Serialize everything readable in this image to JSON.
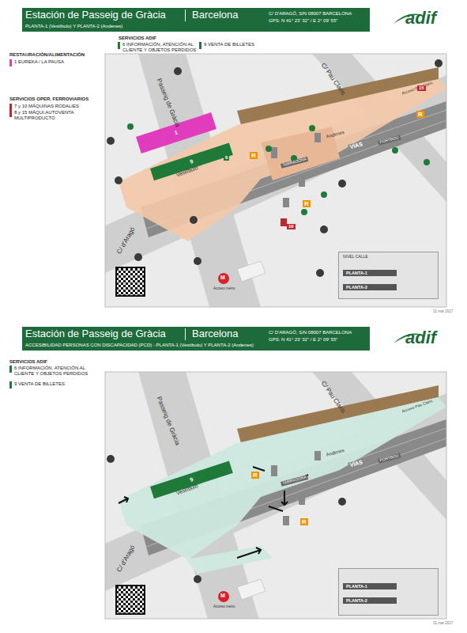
{
  "diagram": {
    "nodes": [
      {
        "text": [
          "Estación de Passeig de Gràcia",
          "Barcelona",
          "PLANTA-1 (Vestíbulo) Y PLANTA-2 (Andenes)",
          "C/ D'ARAGÓ, S/N    08007 BARCELONA",
          "GPS: N 41° 23' 32\" / E 2° 09' 55\""
        ]
      },
      {
        "text": [
          "1"
        ]
      },
      {
        "text": [
          "9"
        ]
      },
      {
        "text": [
          "NIVEL CALLE",
          "PLANTA-1",
          "PLANTA-2"
        ]
      },
      {
        "text": [
          "Estación de Passeig de Gràcia",
          "Barcelona",
          "ACCESIBILIDAD PERSONAS CON DISCAPACIDAD (PCD) - PLANTA-1 (Vestíbulo) Y PLANTA-2 (Andenes)",
          "C/ D'ARAGÓ, S/N    08007 BARCELONA",
          "GPS: N 41° 23' 32\" / E 2° 09' 55\""
        ]
      },
      {
        "text": [
          "9"
        ]
      },
      {
        "text": [
          "PLANTA-1",
          "PLANTA-2"
        ]
      }
    ],
    "labels": [
      "adif",
      "RESTAURACIÓN/ALIMENTACIÓN",
      "SERVICIOS OPER. FERROVIARIOS",
      "SERVICIOS ADIF",
      "Passeig de Gràcia",
      "C/ Pau Claris",
      "C/ d'Aragó",
      "Vestíbulo",
      "Andenes",
      "VÍAS",
      "TARRAGONA",
      "PORTBOU",
      "Acceso Pau Claris",
      "Acceso metro",
      "6",
      "10",
      "15",
      "R",
      "R",
      "R",
      "31 mar 2017",
      "adif",
      "SERVICIOS ADIF",
      "Passeig de Gràcia",
      "C/ Pau Claris",
      "C/ d'Aragó",
      "Vestíbulo",
      "Andenes",
      "VÍAS",
      "TARRAGONA",
      "PORTBOU",
      "Acceso Pau Claris",
      "R",
      "R",
      "Acceso metro",
      "31 mar 2017",
      "M",
      "M"
    ],
    "legend": [
      {
        "text": "1  EUREKA / LA PAUSA",
        "color": "#e03cbd"
      },
      {
        "text": "7 y 10  MÁQUINAS RODALIES",
        "color": "#c0282d"
      },
      {
        "text": "8 y 15  MÁQUI.AUTOVENTA MULTIPRODUCTO",
        "color": "#c0282d"
      },
      {
        "text": "6  INFORMACIÓN, ATENCIÓN AL CLIENTE Y OBJETOS PERDIDOS",
        "color": "#1f7a3a"
      },
      {
        "text": "9  VENTA DE BILLETES",
        "color": "#1f7a3a"
      },
      {
        "text": "6  INFORMACIÓN, ATENCIÓN AL CLIENTE Y OBJETOS PERDIDOS",
        "color": "#1f7a3a"
      },
      {
        "text": "9  VENTA DE BILLETES",
        "color": "#1f7a3a"
      }
    ]
  }
}
